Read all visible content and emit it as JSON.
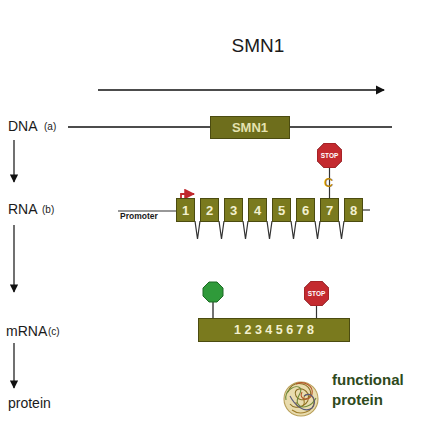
{
  "diagram": {
    "title": "SMN1",
    "nodes": [
      {
        "text": [
          "SMN1"
        ]
      },
      {
        "text": [
          "STOP"
        ]
      },
      {
        "text": [
          "1"
        ]
      },
      {
        "text": [
          "2"
        ]
      },
      {
        "text": [
          "3"
        ]
      },
      {
        "text": [
          "4"
        ]
      },
      {
        "text": [
          "5"
        ]
      },
      {
        "text": [
          "6"
        ]
      },
      {
        "text": [
          "7"
        ]
      },
      {
        "text": [
          "8"
        ]
      },
      {
        "text": [
          "STOP"
        ]
      },
      {
        "text": [
          "1 2 3 4 5 6 7 8"
        ]
      }
    ],
    "edges": [
      {
        "from": 2,
        "to": 3,
        "arrow": "none"
      },
      {
        "from": 3,
        "to": 4,
        "arrow": "none"
      },
      {
        "from": 4,
        "to": 5,
        "arrow": "none"
      },
      {
        "from": 5,
        "to": 6,
        "arrow": "none"
      },
      {
        "from": 6,
        "to": 7,
        "arrow": "none"
      },
      {
        "from": 7,
        "to": 8,
        "arrow": "none"
      },
      {
        "from": 8,
        "to": 9,
        "arrow": "none"
      },
      {
        "from": 1,
        "to": 8,
        "arrow": "none"
      },
      {
        "from": 10,
        "to": 11,
        "arrow": "none"
      }
    ],
    "labels": [
      "DNA",
      "(a)",
      "RNA",
      "(b)",
      "Promoter",
      "C",
      "mRNA",
      "(c)",
      "protein",
      "functional protein"
    ]
  }
}
